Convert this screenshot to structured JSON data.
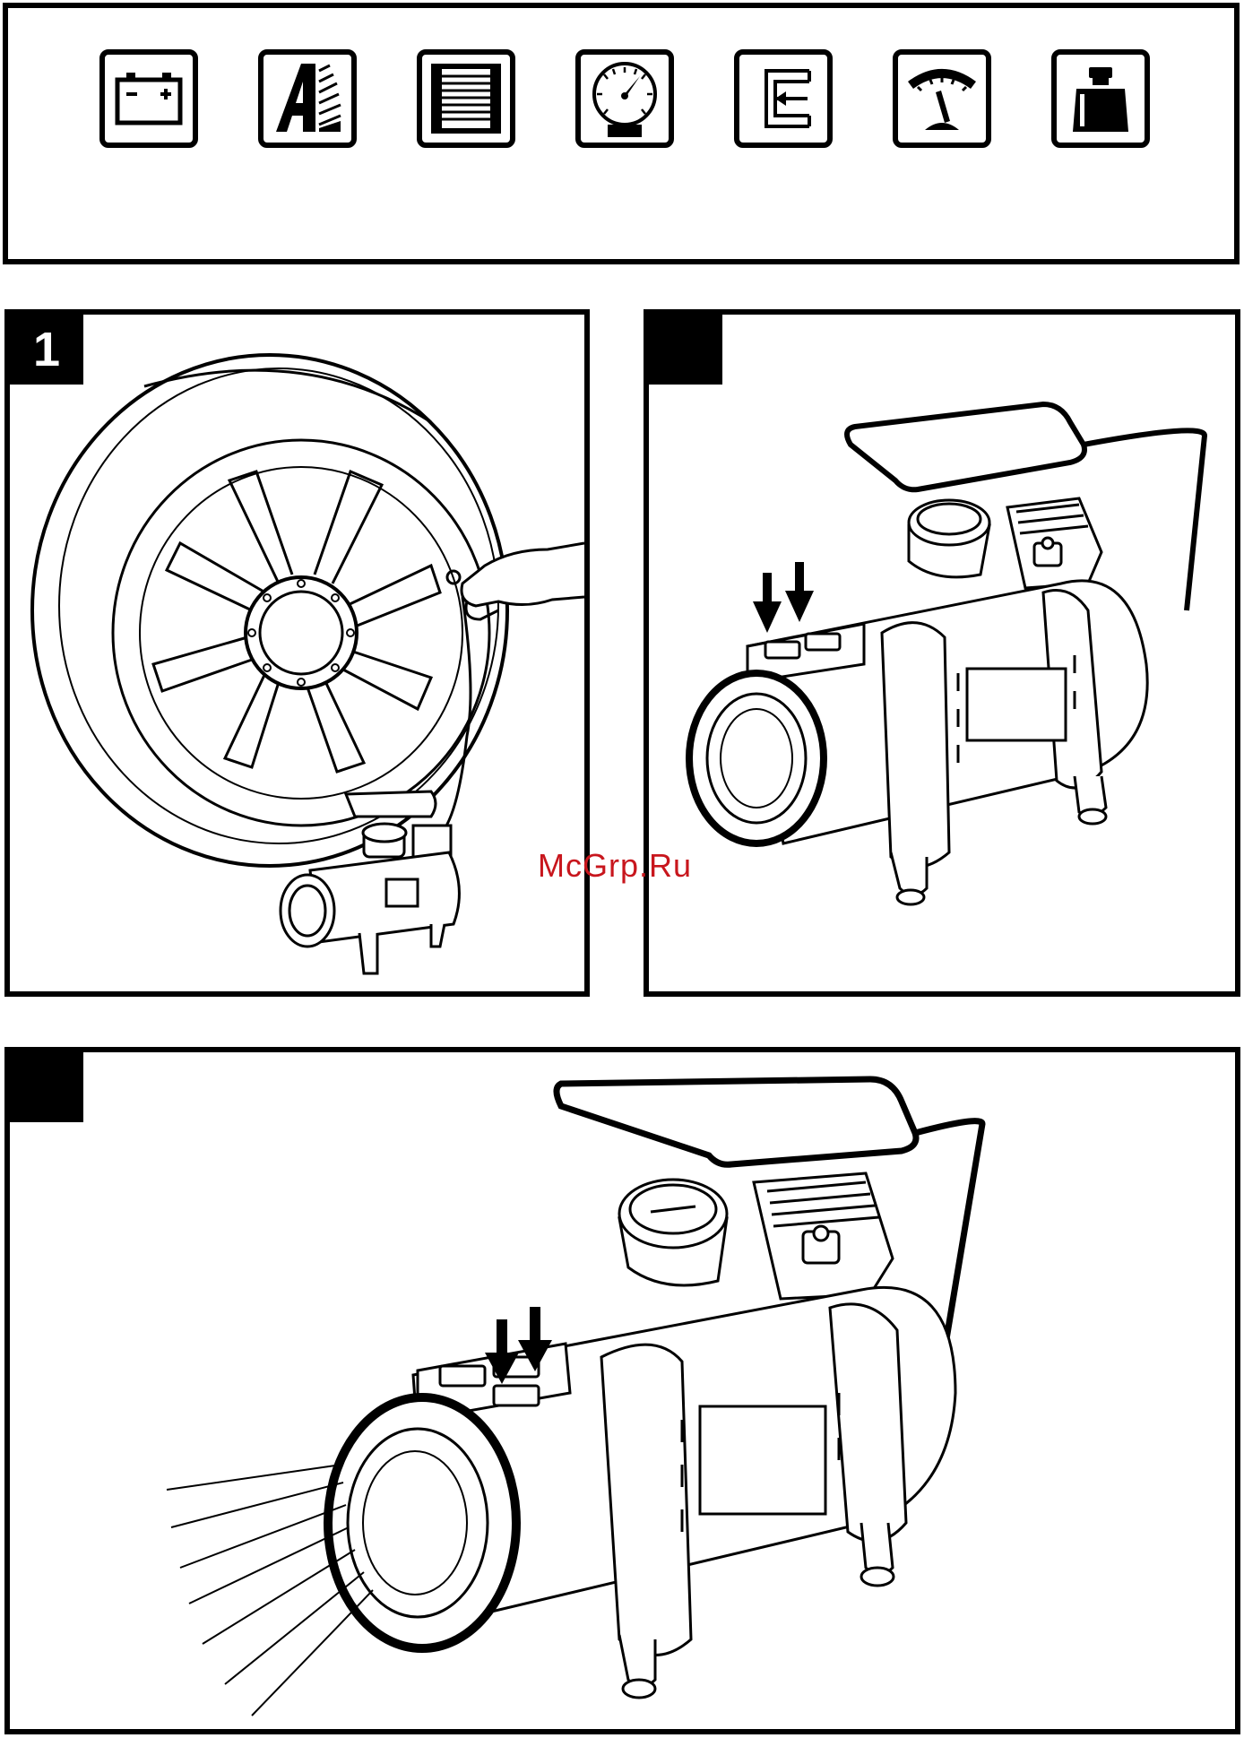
{
  "icons": [
    {
      "name": "battery-icon"
    },
    {
      "name": "letter-a-icon"
    },
    {
      "name": "radiator-grille-icon"
    },
    {
      "name": "pressure-gauge-icon"
    },
    {
      "name": "plug-in-icon"
    },
    {
      "name": "dial-meter-icon"
    },
    {
      "name": "weight-icon"
    }
  ],
  "steps": [
    {
      "number": "1",
      "scene": "wheel-with-compressor-connected"
    },
    {
      "number": "",
      "scene": "compressor-button-press"
    },
    {
      "number": "",
      "scene": "compressor-light-on"
    }
  ],
  "watermark": "McGrp.Ru",
  "colors": {
    "ink": "#000000",
    "watermark": "#c8161d"
  }
}
